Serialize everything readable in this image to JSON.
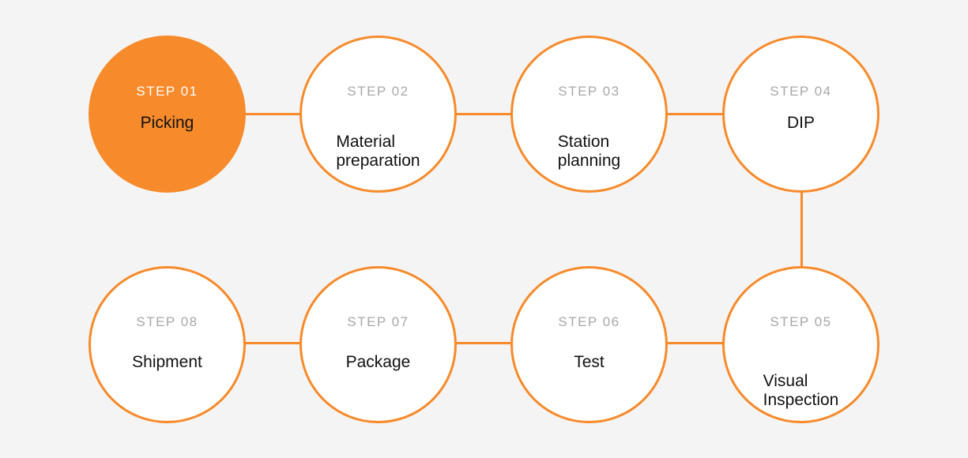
{
  "colors": {
    "accent": "#f78a2a",
    "background": "#f4f4f4",
    "circle_fill": "#ffffff",
    "step_label": "#a8a8a8",
    "title_text": "#111111"
  },
  "steps": [
    {
      "label": "STEP 01",
      "title": "Picking",
      "active": true
    },
    {
      "label": "STEP 02",
      "title": "Material\npreparation",
      "active": false
    },
    {
      "label": "STEP 03",
      "title": "Station\nplanning",
      "active": false
    },
    {
      "label": "STEP 04",
      "title": "DIP",
      "active": false
    },
    {
      "label": "STEP 05",
      "title": "Visual\nInspection",
      "active": false
    },
    {
      "label": "STEP 06",
      "title": "Test",
      "active": false
    },
    {
      "label": "STEP 07",
      "title": "Package",
      "active": false
    },
    {
      "label": "STEP 08",
      "title": "Shipment",
      "active": false
    }
  ]
}
